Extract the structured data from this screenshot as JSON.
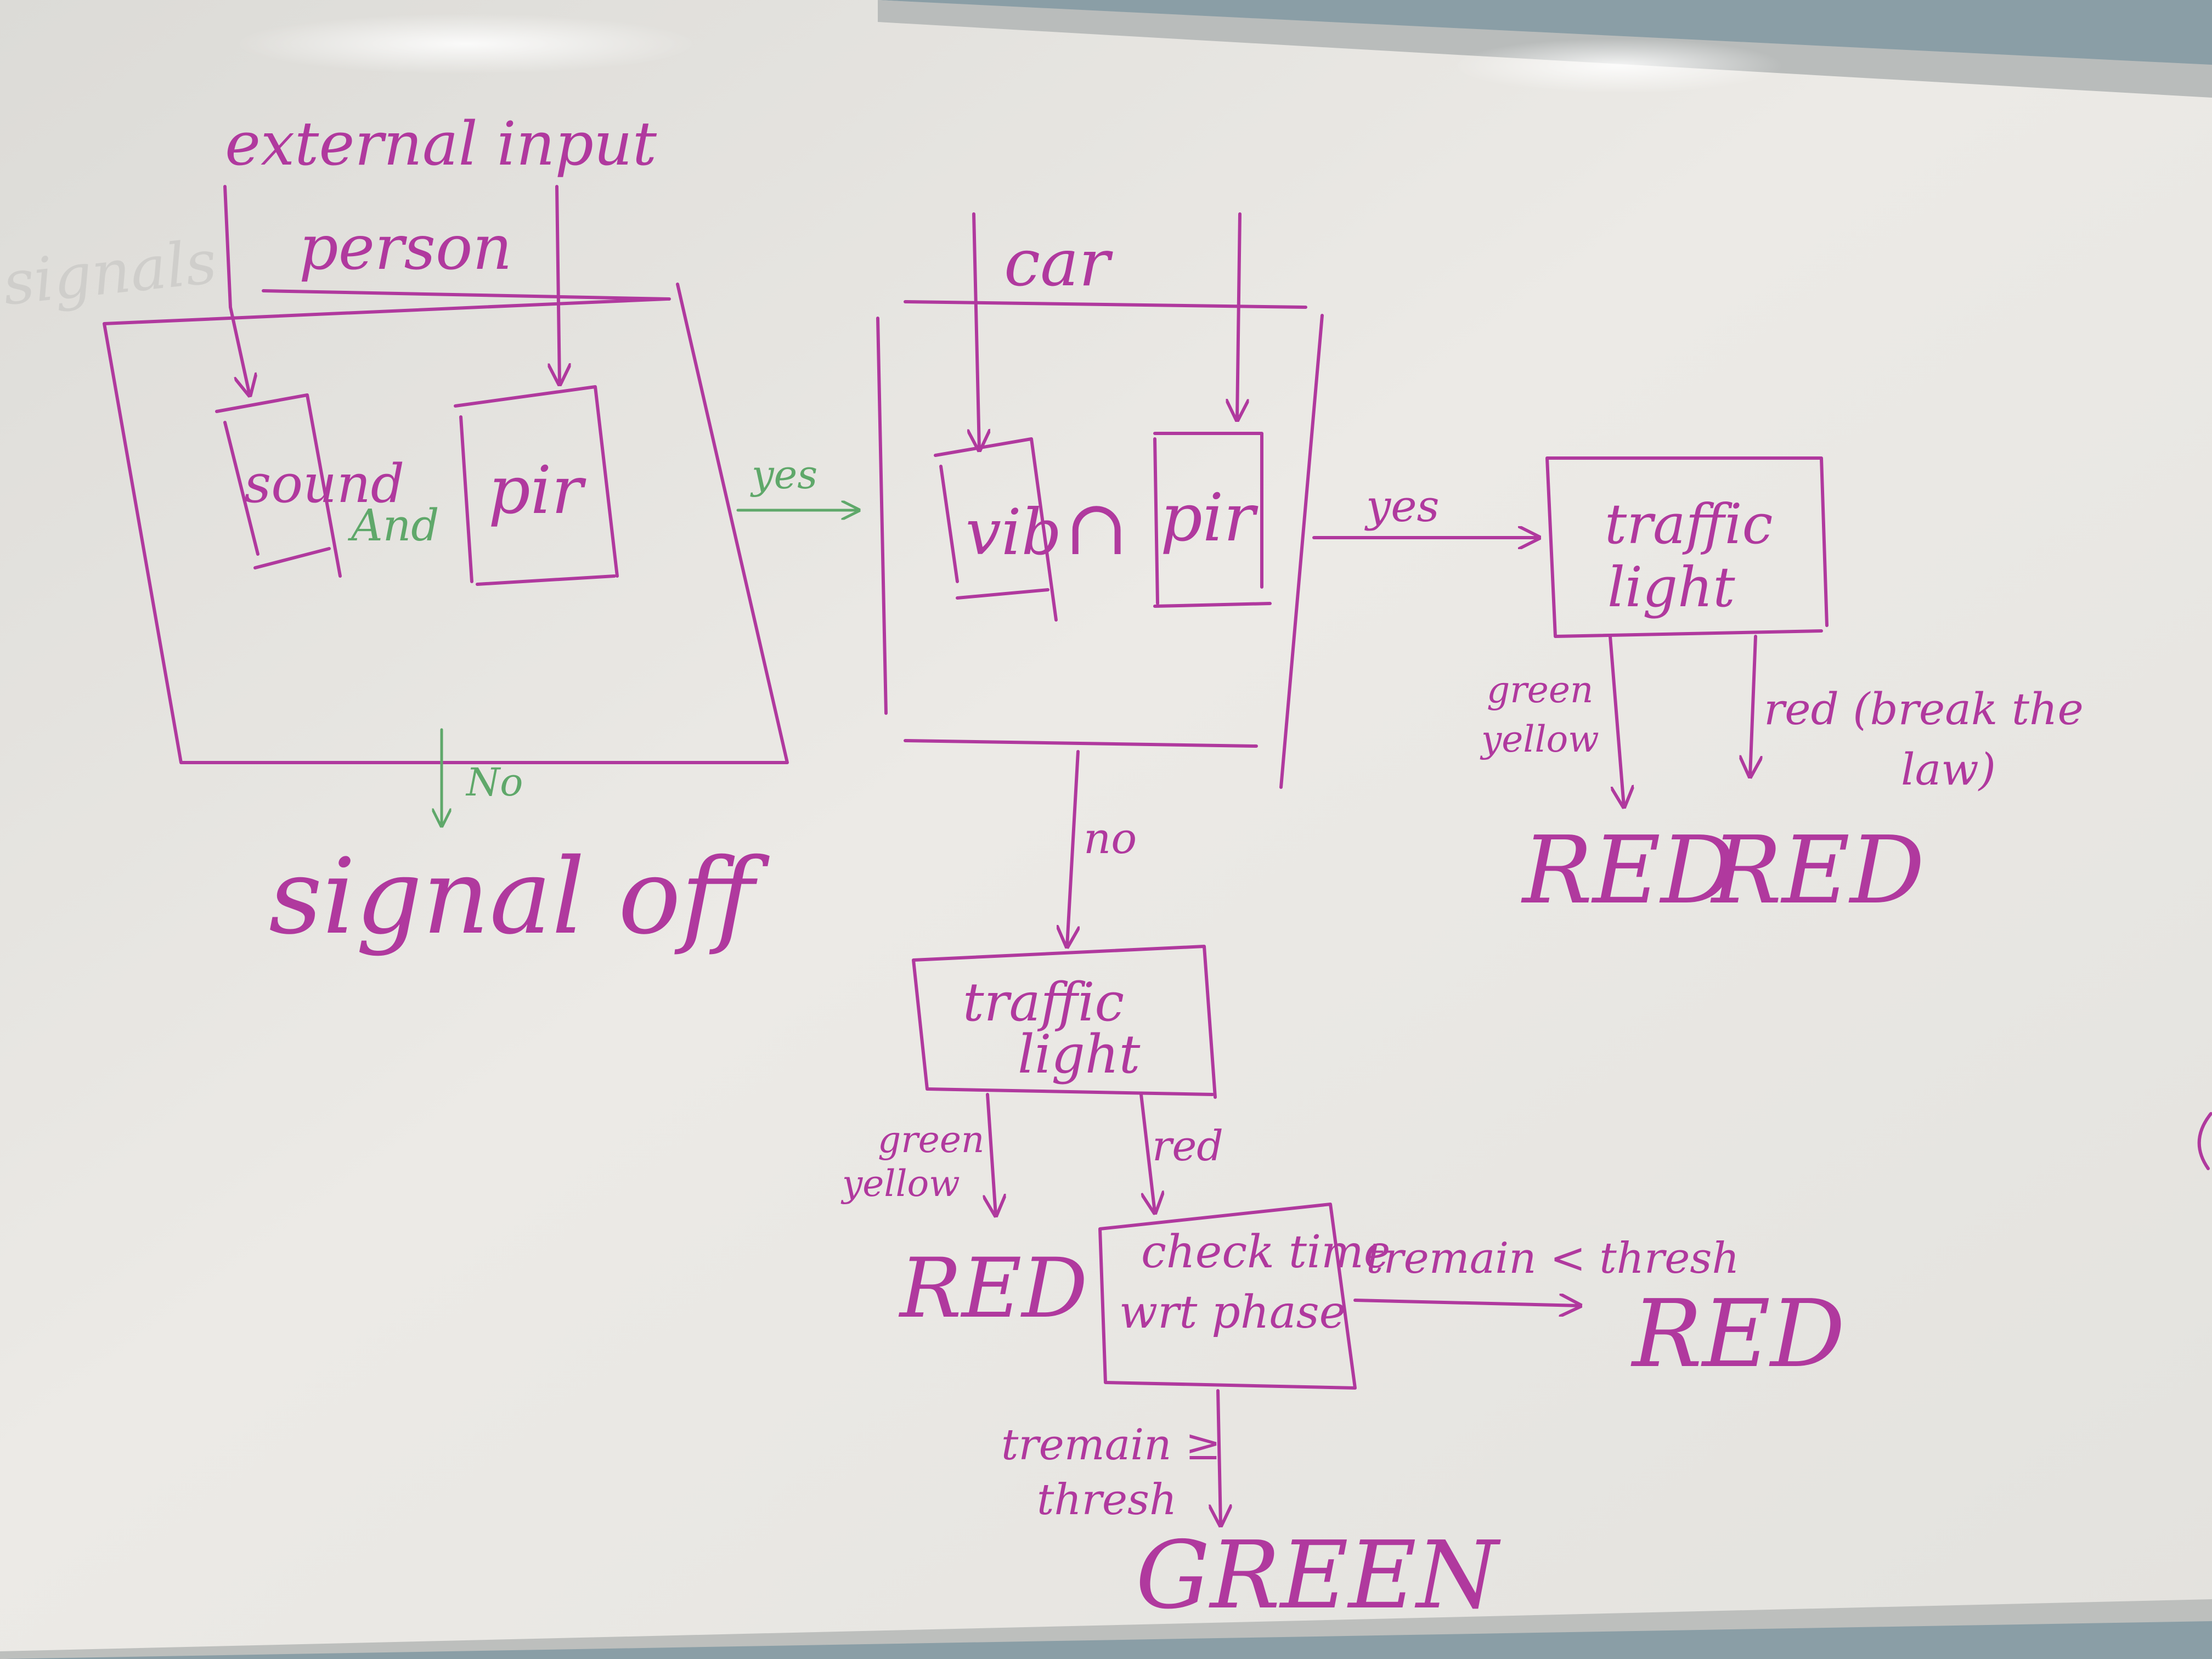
{
  "colors": {
    "ink": "#b0399e",
    "green_ink": "#5fa86a",
    "board": "#eeede9",
    "wall": "#8a9ea6"
  },
  "diagram": {
    "external_input": "external input",
    "person": "person",
    "sound": "sound",
    "and": "And",
    "pir_person": "pir",
    "yes_person": "yes",
    "no_person": "No",
    "signal_off": "signal off",
    "car": "car",
    "vib": "vib",
    "intersect": "∩",
    "pir_car": "pir",
    "yes_car": "yes",
    "no_car": "no",
    "traffic_light_top": [
      "traffic",
      "light"
    ],
    "green_yellow_top": [
      "green",
      "yellow"
    ],
    "red_break_law": [
      "red (break the",
      "law)"
    ],
    "red_out_1": "RED",
    "red_out_2": "RED",
    "traffic_light_bottom": [
      "traffic",
      "light"
    ],
    "green_yellow_bottom": [
      "green",
      "yellow"
    ],
    "red_label": "red",
    "red_out_3": "RED",
    "check_time": [
      "check time",
      "wrt phase"
    ],
    "tremain_less": "tremain < thresh",
    "red_out_4": "RED",
    "tremain_geq": [
      "tremain ≥",
      "thresh"
    ],
    "green_out": "GREEN"
  }
}
